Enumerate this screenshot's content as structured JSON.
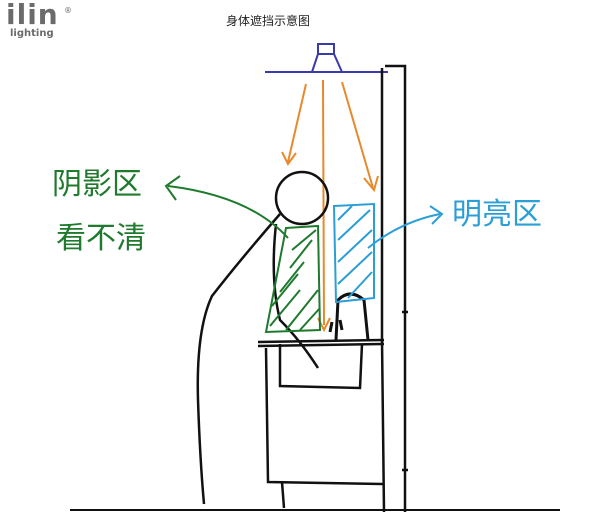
{
  "logo": {
    "name": "ilin",
    "sub": "lighting",
    "mark": "®"
  },
  "caption": "身体遮挡示意图",
  "labels": {
    "shadow_line1": "阴影区",
    "shadow_line2": "看不清",
    "bright": "明亮区"
  },
  "colors": {
    "ink": "#111111",
    "shadow": "#1f7a2e",
    "bright": "#2b9ed6",
    "light_ray": "#e8892b",
    "fixture": "#3a3aa8"
  }
}
